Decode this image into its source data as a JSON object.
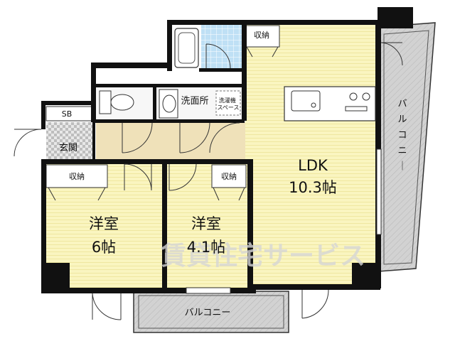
{
  "rooms": {
    "ldk": {
      "name": "LDK",
      "size": "10.3帖"
    },
    "western_1": {
      "name": "洋室",
      "size": "6帖"
    },
    "western_2": {
      "name": "洋室",
      "size": "4.1帖"
    },
    "entrance": {
      "name": "玄関"
    },
    "shoe_box": {
      "name": "SB"
    },
    "washroom": {
      "name": "洗面所"
    },
    "laundry": {
      "name": "洗濯機\nスペース"
    }
  },
  "storage": {
    "top": "収納",
    "left": "収納",
    "right": "収納"
  },
  "balconies": {
    "east": "バルコニー",
    "south": "バルコニー"
  },
  "watermark": "賃貸住宅サービス",
  "colors": {
    "wall": "#111111",
    "wood_floor": "#faf5c0",
    "wood_line": "#efe7a0",
    "hall_floor": "#efe1b9",
    "wet_floor": "#bfe0f5",
    "balcony": "#cfcfcf",
    "watermark": "#d6d6d6"
  }
}
